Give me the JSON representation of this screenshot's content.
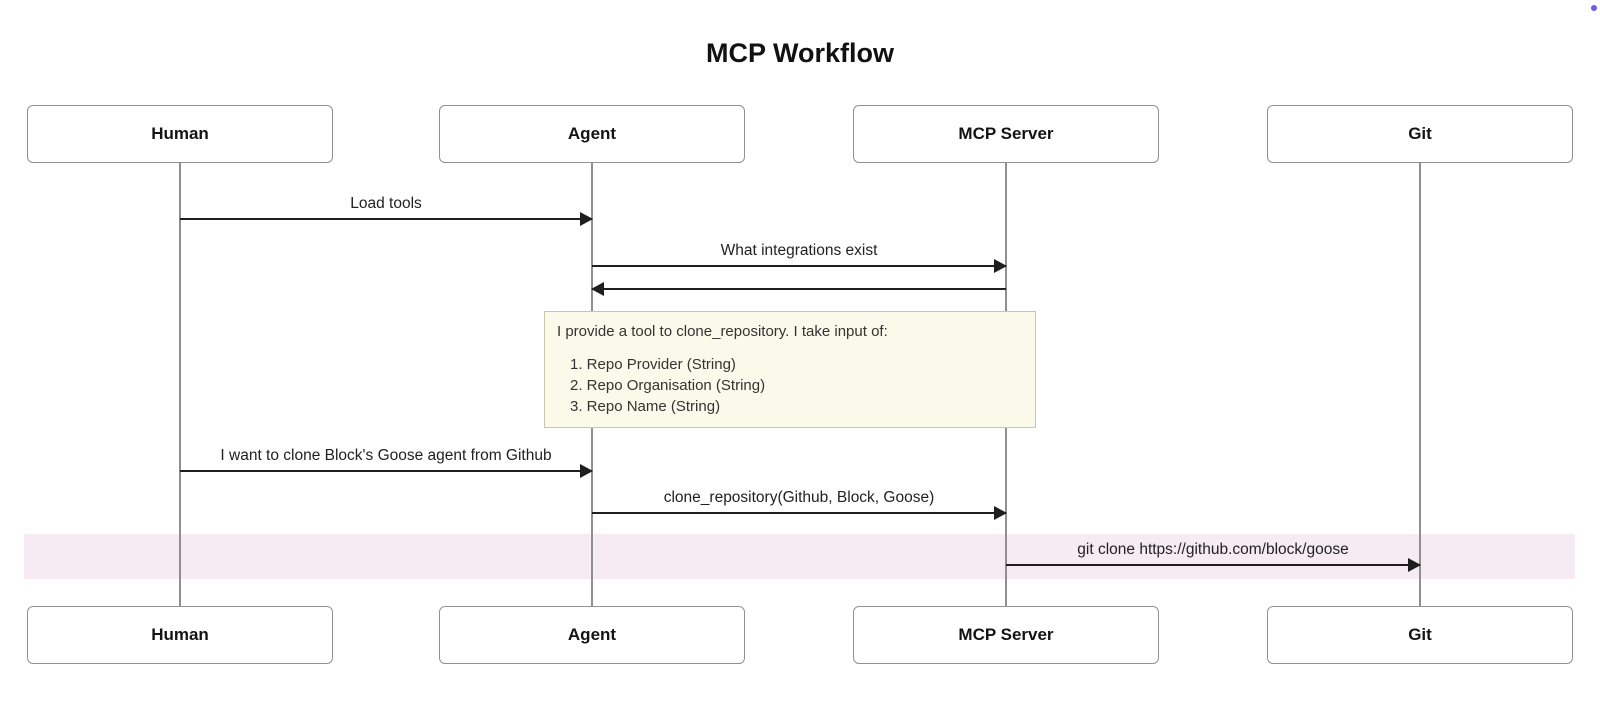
{
  "title": "MCP Workflow",
  "actors": [
    {
      "name": "Human"
    },
    {
      "name": "Agent"
    },
    {
      "name": "MCP Server"
    },
    {
      "name": "Git"
    }
  ],
  "messages": [
    {
      "from": "Human",
      "to": "Agent",
      "label": "Load tools",
      "direction": "right"
    },
    {
      "from": "Agent",
      "to": "MCP Server",
      "label": "What integrations exist",
      "direction": "right"
    },
    {
      "from": "MCP Server",
      "to": "Agent",
      "label": "",
      "direction": "left"
    },
    {
      "from": "Human",
      "to": "Agent",
      "label": "I want to clone Block's Goose agent from Github",
      "direction": "right"
    },
    {
      "from": "Agent",
      "to": "MCP Server",
      "label": "clone_repository(Github, Block, Goose)",
      "direction": "right"
    },
    {
      "from": "MCP Server",
      "to": "Git",
      "label": "git clone https://github.com/block/goose",
      "direction": "right",
      "highlighted": true
    }
  ],
  "note": {
    "over": [
      "Agent",
      "MCP Server"
    ],
    "intro": "I provide a tool to clone_repository. I take input of:",
    "items": [
      "1. Repo Provider (String)",
      "2. Repo Organisation (String)",
      "3. Repo Name (String)"
    ]
  },
  "colors": {
    "highlight_band": "#f6ebf2",
    "note_bg": "#fbf9e9",
    "note_border": "#c9c6a9",
    "message_line": "#1f1f1f",
    "lifeline": "#8f8f8f",
    "actor_border": "#919191",
    "accent_dot": "#6c5ce7"
  }
}
